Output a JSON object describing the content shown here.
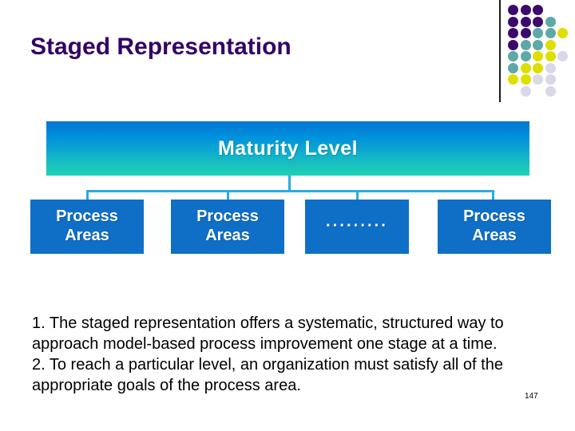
{
  "slide": {
    "title": "Staged Representation",
    "page_number": "147",
    "title_color": "#330066",
    "background": "#ffffff"
  },
  "decor": {
    "rule_color": "#1a1a1a",
    "palette": {
      "purple": "#3b0a6b",
      "teal": "#5fa8a8",
      "yellow": "#dede00",
      "lavender": "#d8d8e8"
    },
    "dots": [
      {
        "row": 0,
        "col": 0,
        "color": "#3b0a6b"
      },
      {
        "row": 0,
        "col": 1,
        "color": "#3b0a6b"
      },
      {
        "row": 0,
        "col": 2,
        "color": "#3b0a6b"
      },
      {
        "row": 1,
        "col": 0,
        "color": "#3b0a6b"
      },
      {
        "row": 1,
        "col": 1,
        "color": "#3b0a6b"
      },
      {
        "row": 1,
        "col": 2,
        "color": "#3b0a6b"
      },
      {
        "row": 1,
        "col": 3,
        "color": "#5fa8a8"
      },
      {
        "row": 2,
        "col": 0,
        "color": "#3b0a6b"
      },
      {
        "row": 2,
        "col": 1,
        "color": "#3b0a6b"
      },
      {
        "row": 2,
        "col": 2,
        "color": "#5fa8a8"
      },
      {
        "row": 2,
        "col": 3,
        "color": "#5fa8a8"
      },
      {
        "row": 2,
        "col": 4,
        "color": "#dede00"
      },
      {
        "row": 3,
        "col": 0,
        "color": "#3b0a6b"
      },
      {
        "row": 3,
        "col": 1,
        "color": "#5fa8a8"
      },
      {
        "row": 3,
        "col": 2,
        "color": "#5fa8a8"
      },
      {
        "row": 3,
        "col": 3,
        "color": "#dede00"
      },
      {
        "row": 4,
        "col": 0,
        "color": "#5fa8a8"
      },
      {
        "row": 4,
        "col": 1,
        "color": "#5fa8a8"
      },
      {
        "row": 4,
        "col": 2,
        "color": "#dede00"
      },
      {
        "row": 4,
        "col": 3,
        "color": "#dede00"
      },
      {
        "row": 4,
        "col": 4,
        "color": "#d8d8e8"
      },
      {
        "row": 5,
        "col": 0,
        "color": "#5fa8a8"
      },
      {
        "row": 5,
        "col": 1,
        "color": "#dede00"
      },
      {
        "row": 5,
        "col": 2,
        "color": "#dede00"
      },
      {
        "row": 5,
        "col": 3,
        "color": "#d8d8e8"
      },
      {
        "row": 6,
        "col": 0,
        "color": "#dede00"
      },
      {
        "row": 6,
        "col": 1,
        "color": "#dede00"
      },
      {
        "row": 6,
        "col": 2,
        "color": "#d8d8e8"
      },
      {
        "row": 6,
        "col": 3,
        "color": "#d8d8e8"
      },
      {
        "row": 7,
        "col": 1,
        "color": "#d8d8e8"
      },
      {
        "row": 7,
        "col": 3,
        "color": "#d8d8e8"
      }
    ]
  },
  "diagram": {
    "maturity_level_label": "Maturity Level",
    "maturity_bar_gradient_from": "#0075d0",
    "maturity_bar_gradient_to": "#1ed2b4",
    "connector_color": "#29abe2",
    "box_color": "#0f6fc6",
    "boxes": [
      {
        "line1": "Process",
        "line2": "Areas",
        "type": "labelled"
      },
      {
        "line1": "Process",
        "line2": "Areas",
        "type": "labelled"
      },
      {
        "ellipsis": "·········",
        "type": "ellipsis"
      },
      {
        "line1": "Process",
        "line2": "Areas",
        "type": "labelled"
      }
    ]
  },
  "body": {
    "paragraph_1": "1. The staged representation offers a systematic, structured way to approach model-based process improvement one stage at a time.",
    "paragraph_2": "2.  To reach a particular level, an organization must satisfy all of the appropriate goals of the process area."
  }
}
